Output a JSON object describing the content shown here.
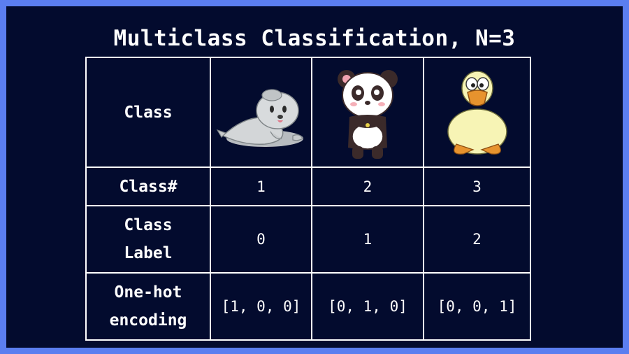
{
  "title": "Multiclass Classification, N=3",
  "rows": {
    "class": "Class",
    "class_num": "Class#",
    "class_label_line1": "Class",
    "class_label_line2": "Label",
    "onehot_line1": "One-hot",
    "onehot_line2": "encoding"
  },
  "classes": [
    {
      "animal": "seal",
      "num": "1",
      "label": "0",
      "onehot": "[1, 0, 0]"
    },
    {
      "animal": "panda",
      "num": "2",
      "label": "1",
      "onehot": "[0, 1, 0]"
    },
    {
      "animal": "duck",
      "num": "3",
      "label": "2",
      "onehot": "[0, 0, 1]"
    }
  ],
  "colors": {
    "background": "#030b2e",
    "border": "#5b7ef0",
    "text": "#ffffff"
  }
}
